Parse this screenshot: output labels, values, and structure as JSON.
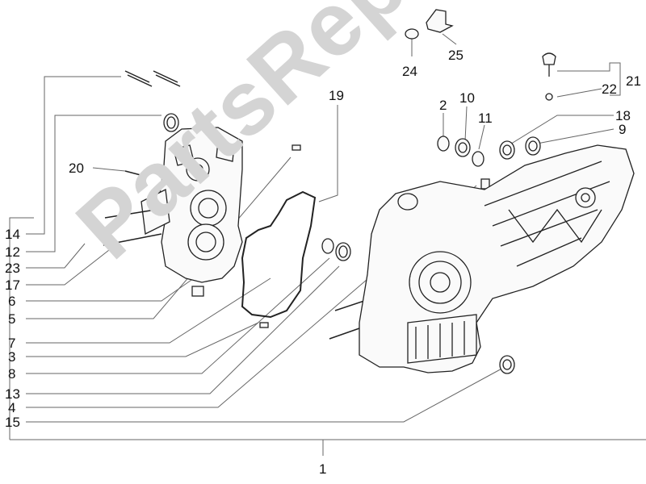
{
  "watermark": "PartsRepublik",
  "labels": {
    "n1": "1",
    "n2": "2",
    "n3": "3",
    "n4": "4",
    "n5": "5",
    "n6": "6",
    "n7": "7",
    "n8": "8",
    "n9": "9",
    "n10": "10",
    "n11": "11",
    "n12": "12",
    "n13": "13",
    "n14": "14",
    "n15": "15",
    "n17": "17",
    "n18": "18",
    "n19": "19",
    "n20": "20",
    "n21": "21",
    "n22": "22",
    "n23": "23",
    "n24": "24",
    "n25": "25"
  },
  "colors": {
    "line": "#555555",
    "part_stroke": "#222222",
    "watermark": "#d4d4d4"
  }
}
